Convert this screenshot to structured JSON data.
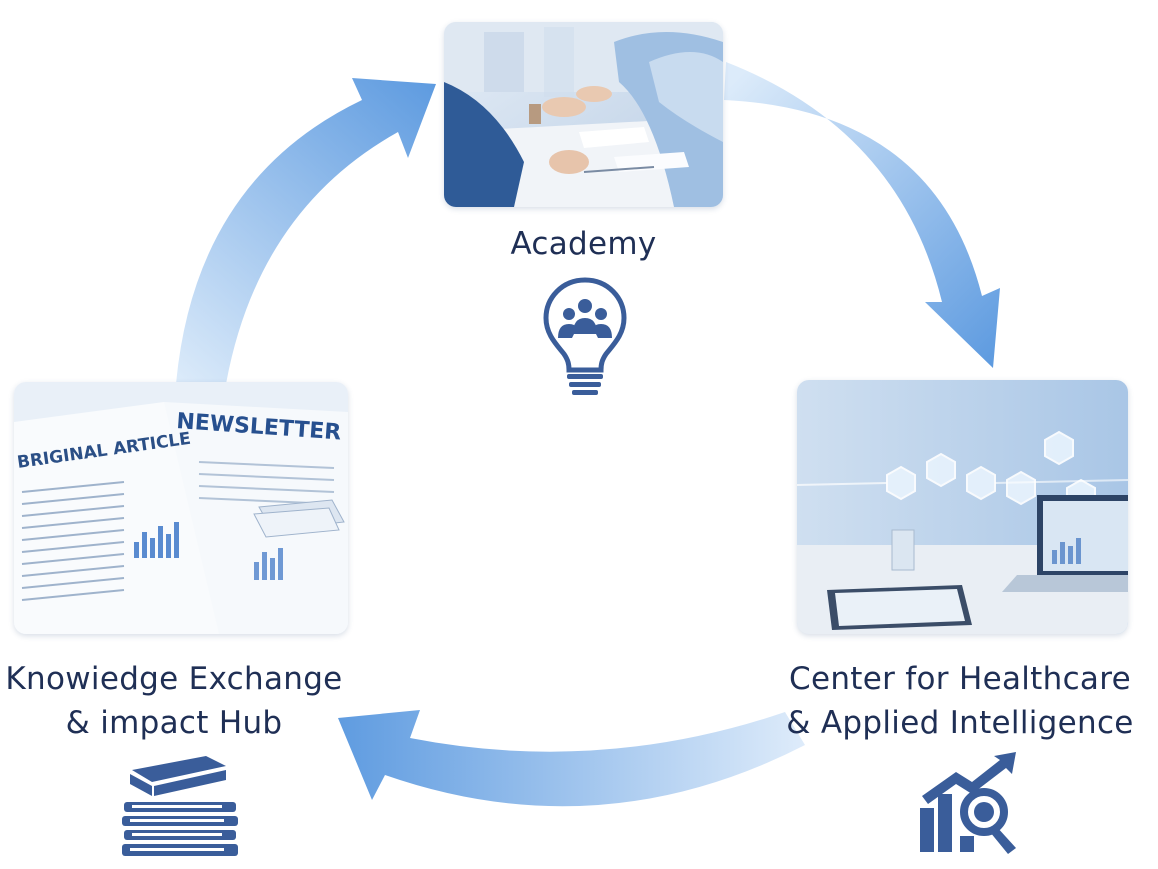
{
  "nodes": {
    "academy": {
      "label": "Academy"
    },
    "center": {
      "label_line1": "Center for Healthcare",
      "label_line2": "& Applied Intelligence"
    },
    "hub": {
      "label_line1": "Knowiedge Exchange",
      "label_line2": "& impact Hub",
      "image_text_left": "BRIGINAL ARTICLE",
      "image_text_right": "NEWSLETTER"
    }
  },
  "colors": {
    "arrow_light": "#dcebfa",
    "arrow_dark": "#5e9be0",
    "text": "#1f2f55",
    "icon": "#3a5d9a"
  }
}
